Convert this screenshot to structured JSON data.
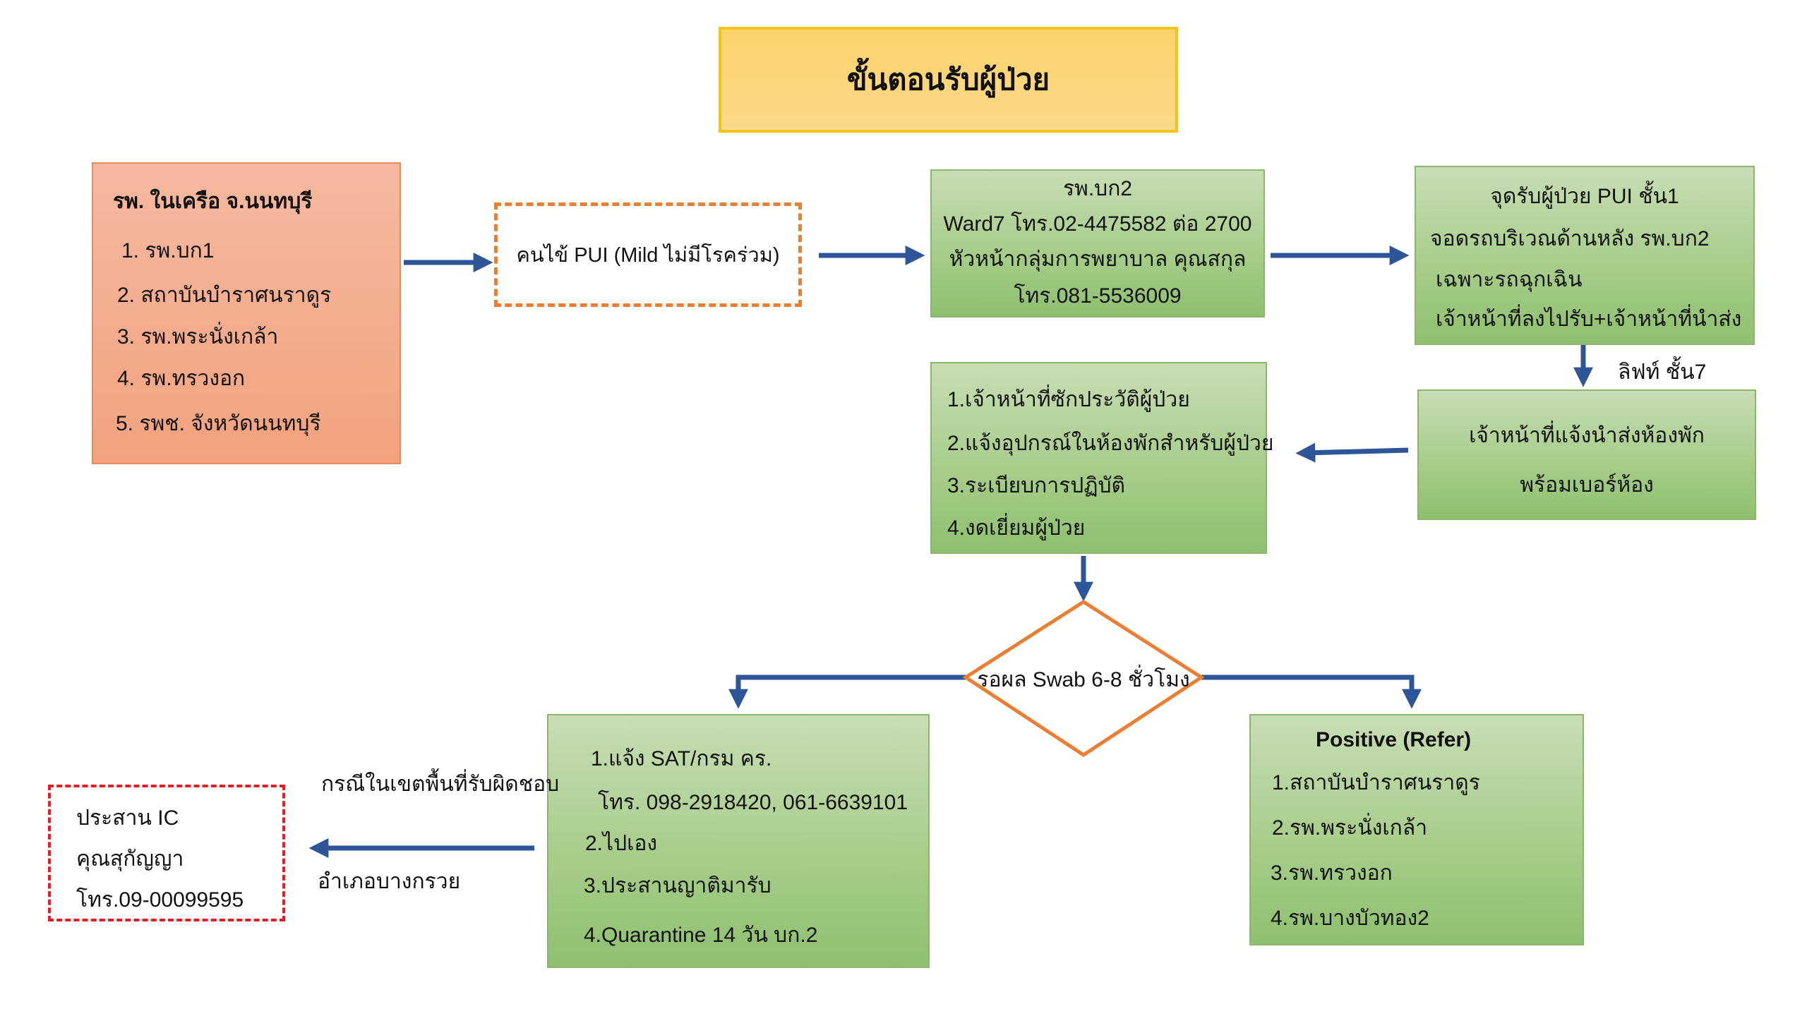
{
  "title": "ขั้นตอนรับผู้ป่วย",
  "hospitals": {
    "heading": "รพ. ในเครือ จ.นนทบุรี",
    "items": [
      "1. รพ.บก1",
      "2. สถาบันบำราศนราดูร",
      "3. รพ.พระนั่งเกล้า",
      "4. รพ.ทรวงอก",
      "5. รพช. จังหวัดนนทบุรี"
    ]
  },
  "pui": "คนไข้ PUI (Mild ไม่มีโรคร่วม)",
  "ward": {
    "lines": [
      "รพ.บก2",
      "Ward7 โทร.02-4475582 ต่อ 2700",
      "หัวหน้ากลุ่มการพยาบาล คุณสกุล",
      "โทร.081-5536009"
    ]
  },
  "pickup": {
    "lines": [
      "จุดรับผู้ป่วย PUI ชั้น1",
      "จอดรถบริเวณด้านหลัง รพ.บก2",
      "เฉพาะรถฉุกเฉิน",
      "เจ้าหน้าที่ลงไปรับ+เจ้าหน้าที่นำส่ง"
    ]
  },
  "lift_label": "ลิฟท์ ชั้น7",
  "notify": {
    "lines": [
      "เจ้าหน้าที่แจ้งนำส่งห้องพัก",
      "พร้อมเบอร์ห้อง"
    ]
  },
  "rules": {
    "lines": [
      "1.เจ้าหน้าที่ซักประวัติผู้ป่วย",
      "2.แจ้งอุปกรณ์ในห้องพักสำหรับผู้ป่วย",
      "3.ระเบียบการปฏิบัติ",
      "4.งดเยี่ยมผู้ป่วย"
    ]
  },
  "decision": "รอผล Swab 6-8 ชั่วโมง",
  "negative": {
    "lines": [
      "1.แจ้ง SAT/กรม คร.",
      "โทร. 098-2918420, 061-6639101",
      "2.ไปเอง",
      "3.ประสานญาติมารับ",
      "4.Quarantine 14 วัน บก.2"
    ]
  },
  "positive": {
    "heading": "Positive (Refer)",
    "items": [
      "1.สถาบันบำราศนราดูร",
      "2.รพ.พระนั่งเกล้า",
      "3.รพ.ทรวงอก",
      "4.รพ.บางบัวทอง2"
    ]
  },
  "area_label_top": "กรณีในเขตพื้นที่รับผิดชอบ",
  "area_label_bottom": "อำเภอบางกรวย",
  "ic": {
    "lines": [
      "ประสาน IC",
      "คุณสุกัญญา",
      "โทร.09-00099595"
    ]
  },
  "colors": {
    "arrow": "#2e5597",
    "orange": "#ed7d31",
    "red_dash": "#e81c24",
    "title_fill": "#fcd36a",
    "green_fill": "#a8cd8b",
    "salmon_fill": "#f4ad8b"
  }
}
